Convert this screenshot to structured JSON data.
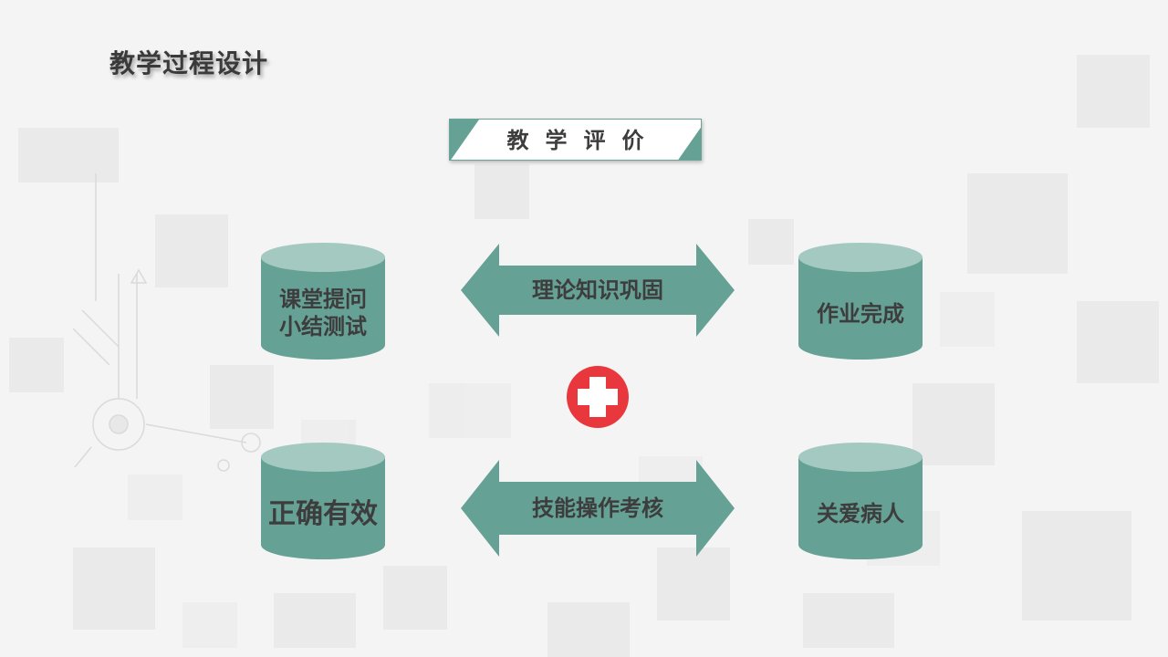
{
  "page_title": "教学过程设计",
  "section_header": "教学评价",
  "cylinders": {
    "top_left": [
      "课堂提问",
      "小结测试"
    ],
    "top_right": "作业完成",
    "bottom_left": "正确有效",
    "bottom_right": "关爱病人"
  },
  "arrows": {
    "top": "理论知识巩固",
    "bottom": "技能操作考核"
  },
  "colors": {
    "teal": "#66a195",
    "teal_top": "#a3c9c1",
    "cross_red": "#e8383d"
  },
  "icons": {
    "center": "medical-cross-icon"
  }
}
